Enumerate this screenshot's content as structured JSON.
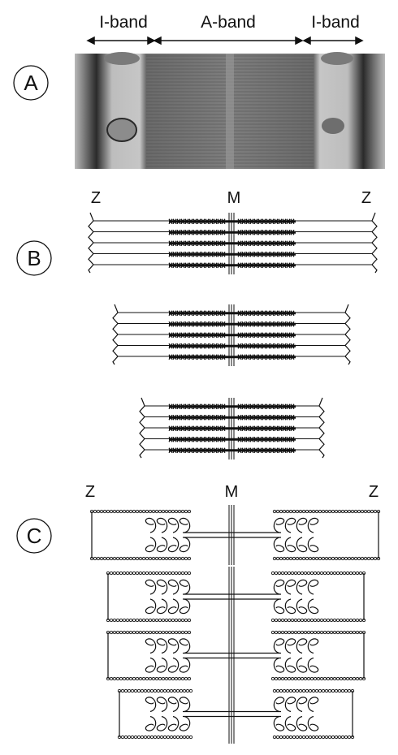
{
  "panels": [
    {
      "id": "A",
      "letter": "A"
    },
    {
      "id": "B",
      "letter": "B"
    },
    {
      "id": "C",
      "letter": "C"
    }
  ],
  "band_labels": {
    "left": "I-band",
    "center": "A-band",
    "right": "I-band"
  },
  "line_labels": {
    "z": "Z",
    "m": "M"
  },
  "panel_b_states": [
    {
      "state": "relaxed"
    },
    {
      "state": "partially-contracted"
    },
    {
      "state": "contracted"
    }
  ],
  "panel_c_states": [
    {
      "state": "relaxed"
    },
    {
      "state": "partially-contracted"
    },
    {
      "state": "more-contracted"
    },
    {
      "state": "contracted"
    }
  ],
  "colors": {
    "ink": "#111111",
    "micrograph": "#8a8a8a"
  }
}
